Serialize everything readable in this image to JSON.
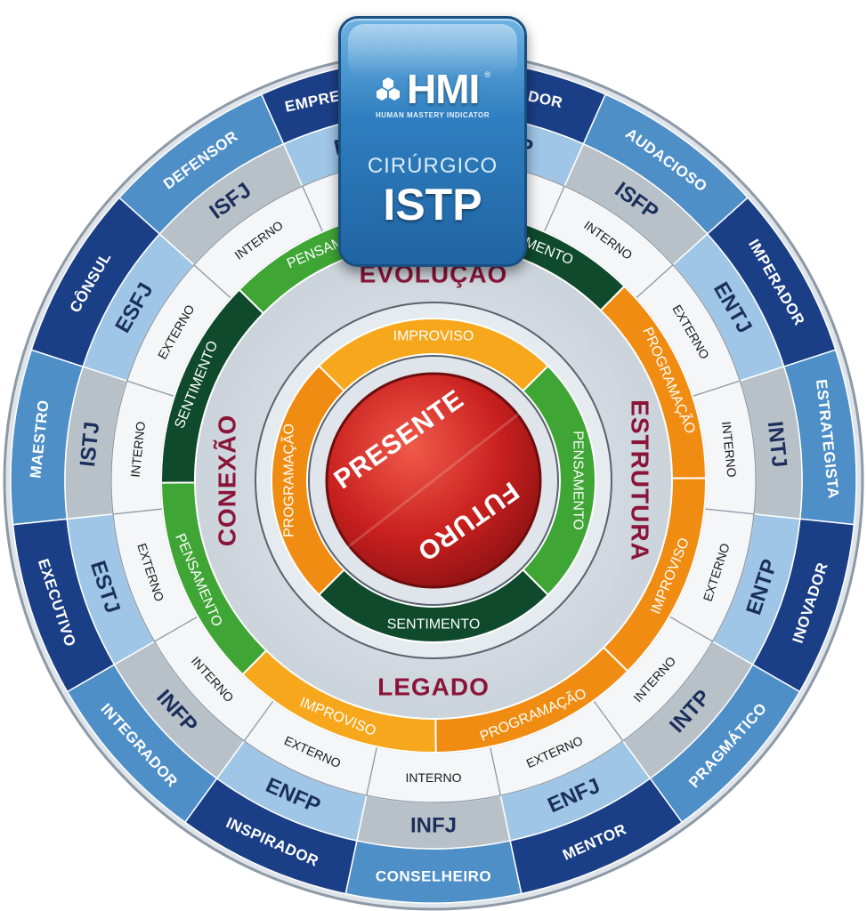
{
  "brand": {
    "logo_text": "HMI",
    "registered": "®",
    "tagline": "HUMAN MASTERY INDICATOR"
  },
  "badge": {
    "descriptor": "CIRÚRGICO",
    "type": "ISTP"
  },
  "colors": {
    "navy": "#1b3f86",
    "mid_blue": "#4f8fc8",
    "light_blue": "#9fc6e6",
    "gray": "#b8c0c8",
    "white_cell": "#f4f6f8",
    "green": "#3fa535",
    "dark_green": "#0f4a2c",
    "orange": "#f08c12",
    "amber": "#f7a71c",
    "red": "#d4262a",
    "maroon": "#8a1538"
  },
  "archetypes": [
    "MOTIVADOR",
    "AUDACIOSO",
    "IMPERADOR",
    "ESTRATEGISTA",
    "INOVADOR",
    "PRAGMÁTICO",
    "MENTOR",
    "CONSELHEIRO",
    "INSPIRADOR",
    "INTEGRADOR",
    "EXECUTIVO",
    "MAESTRO",
    "CÔNSUL",
    "DEFENSOR",
    "EMPREENDEDOR"
  ],
  "types": [
    "ESFP",
    "ISFP",
    "ENTJ",
    "INTJ",
    "ENTP",
    "INTP",
    "ENFJ",
    "INFJ",
    "ENFP",
    "INFP",
    "ESTJ",
    "ISTJ",
    "ESFJ",
    "ISFJ",
    "ESTP"
  ],
  "orientations": [
    "EXTERNO",
    "INTERNO",
    "EXTERNO",
    "INTERNO",
    "EXTERNO",
    "INTERNO",
    "EXTERNO",
    "INTERNO",
    "EXTERNO",
    "INTERNO",
    "EXTERNO",
    "INTERNO",
    "EXTERNO",
    "INTERNO",
    "EXTERNO"
  ],
  "functions": [
    "SENTIMENTO",
    "PROGRAMAÇÃO",
    "IMPROVISO",
    "PROGRAMAÇÃO",
    "IMPROVISO",
    "PENSAMENTO",
    "SENTIMENTO",
    "PENSAMENTO"
  ],
  "domains": [
    "EVOLUÇÃO",
    "ESTRUTURA",
    "LEGADO",
    "CONEXÃO"
  ],
  "inner_ring": [
    "IMPROVISO",
    "PENSAMENTO",
    "SENTIMENTO",
    "PROGRAMAÇÃO"
  ],
  "core": {
    "top": "PRESENTE",
    "bottom": "FUTURO"
  }
}
